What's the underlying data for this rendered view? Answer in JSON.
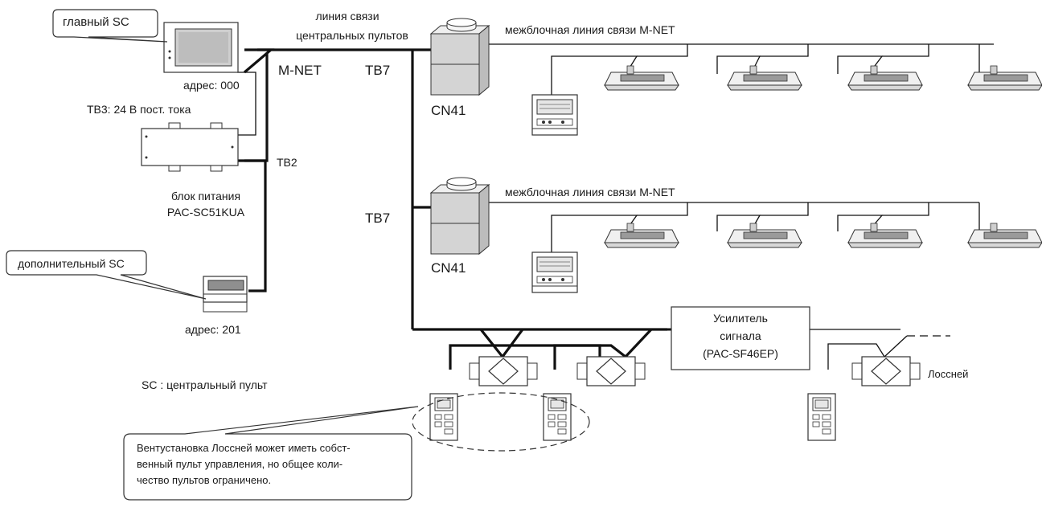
{
  "labels": {
    "main_sc": "главный SC",
    "central_line_1": "линия связи",
    "central_line_2": "центральных пультов",
    "mnet": "M-NET",
    "tb7_top": "TB7",
    "tb7_mid": "TB7",
    "cn41_top": "CN41",
    "cn41_mid": "CN41",
    "interunit_top": "межблочная линия связи M-NET",
    "interunit_mid": "межблочная линия связи M-NET",
    "address_000": "адрес: 000",
    "tb3": "TB3: 24 В пост. тока",
    "tb2": "TB2",
    "psu_1": "блок питания",
    "psu_2": "PAC-SC51KUA",
    "aux_sc": "дополнительный SC",
    "address_201": "адрес: 201",
    "sc_legend": "SC : центральный пульт",
    "amp_1": "Усилитель",
    "amp_2": "сигнала",
    "amp_3": "(PAC-SF46EP)",
    "lossnay": "Лоссней",
    "note_1": "Вентустановка Лоссней может иметь собст-",
    "note_2": "венный пульт управления, но общее коли-",
    "note_3": "чество пультов ограничено."
  },
  "icons": {
    "main_controller": "touch-panel-controller-icon",
    "aux_controller": "wall-controller-icon",
    "power_supply": "power-supply-unit-icon",
    "outdoor_unit": "outdoor-unit-icon",
    "indoor_unit": "ceiling-cassette-icon",
    "remote": "remote-controller-icon",
    "ventilation": "lossnay-ventilator-icon"
  }
}
